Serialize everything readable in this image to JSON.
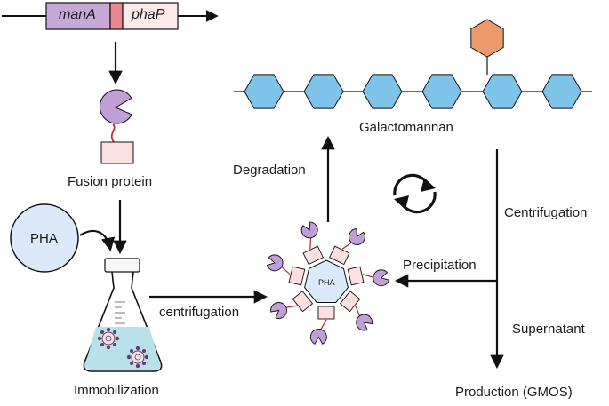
{
  "gene_construct": {
    "gene1": "manA",
    "gene2": "phaP"
  },
  "labels": {
    "fusion_protein": "Fusion protein",
    "pha": "PHA",
    "pha_core": "PHA",
    "immobilization": "Immobilization",
    "centrifugation_lower": "centrifugation",
    "degradation": "Degradation",
    "galactomannan": "Galactomannan",
    "centrifugation_upper": "Centrifugation",
    "precipitation": "Precipitation",
    "supernatant": "Supernatant",
    "production": "Production (GMOS)"
  },
  "colors": {
    "manA_fill": "#c7a9d8",
    "linker_fill": "#e9868f",
    "phaP_fill": "#fde9ea",
    "enzyme_purple": "#bf9fd6",
    "anchor_pink": "#fbdfe1",
    "tether_red": "#c0303a",
    "pha_sphere": "#dbe9fa",
    "mannose_blue": "#7ec3ea",
    "galactose_orange": "#ec9a6c",
    "flask_liquid": "#b9e1ec",
    "arrow": "#111111"
  },
  "icons": {
    "cycle": "recycle-arrows-icon",
    "enzyme": "pacman-enzyme-icon",
    "flask": "erlenmeyer-flask-icon"
  }
}
